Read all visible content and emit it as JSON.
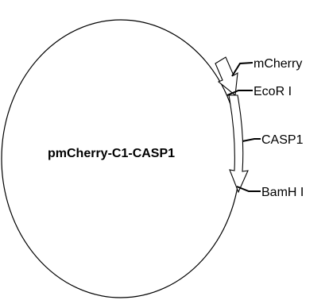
{
  "plasmid": {
    "name": "pmCherry-C1-CASP1"
  },
  "features": {
    "mcherry": "mCherry",
    "ecori": "EcoR I",
    "casp1": "CASP1",
    "bamhi": "BamH I"
  },
  "colors": {
    "outline": "#000000",
    "background": "#ffffff"
  }
}
